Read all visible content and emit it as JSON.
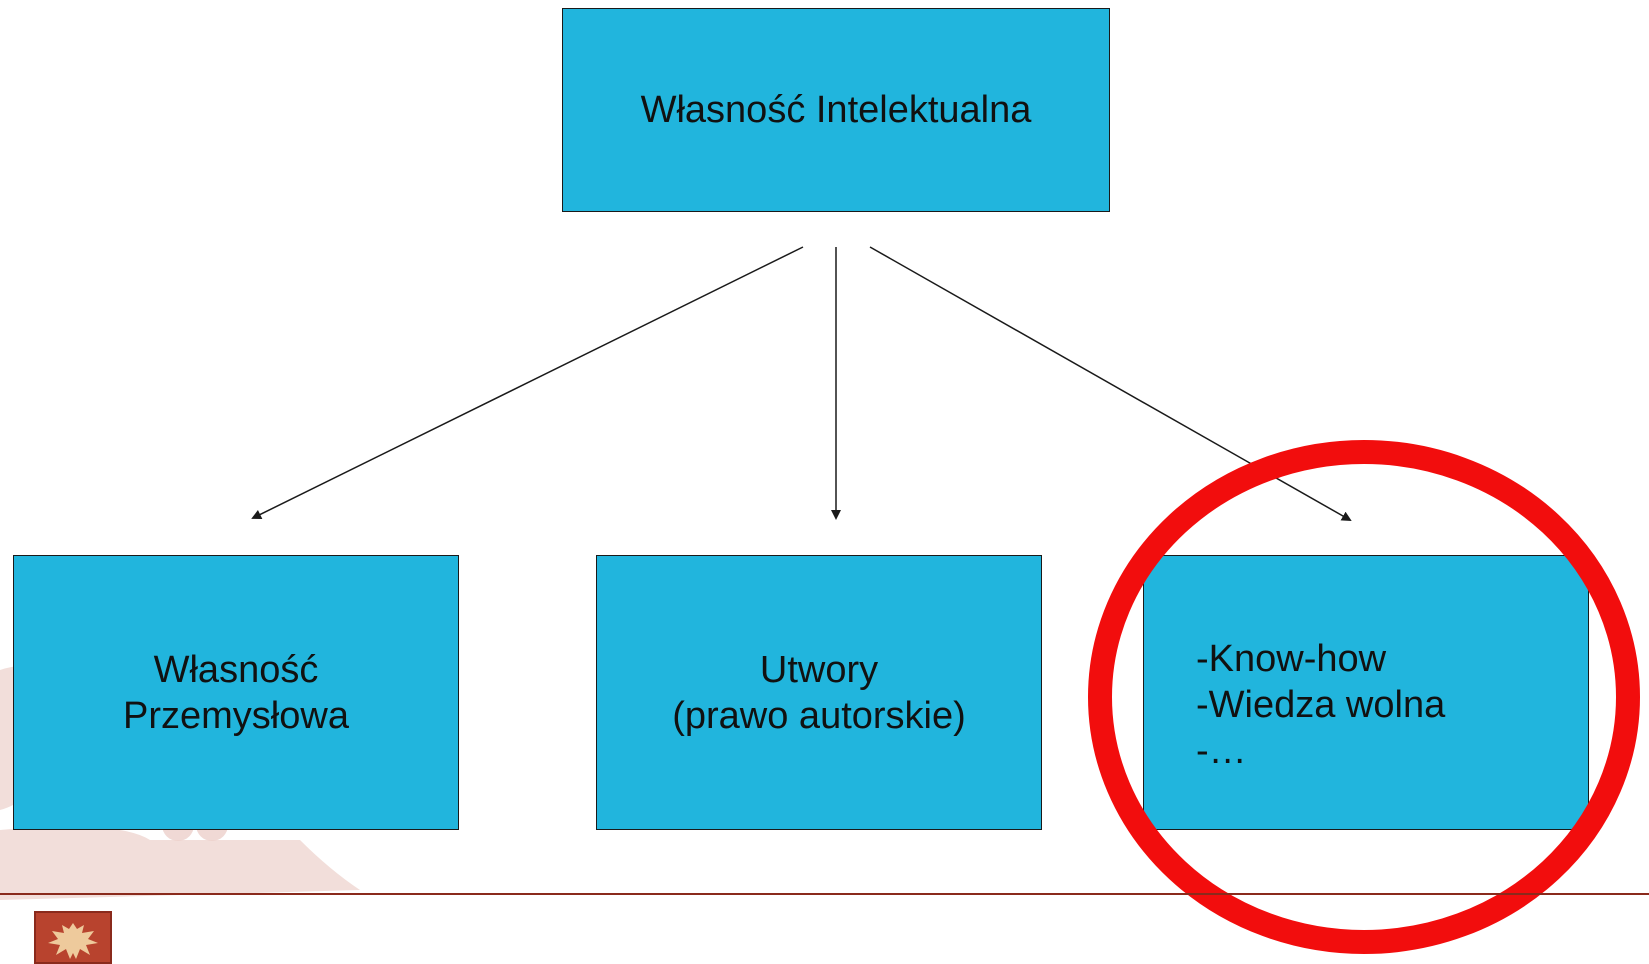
{
  "colors": {
    "box_fill": "#21b5dd",
    "box_border": "#1a1a1a",
    "arrow": "#1a1a1a",
    "highlight_circle": "#f20d0d",
    "footer_rule": "#8a2a1c",
    "logo_red": "#b8432e",
    "decoration": "#e2b9b2"
  },
  "diagram": {
    "root": {
      "label": "Własność Intelektualna"
    },
    "children": [
      {
        "label": "Własność\nPrzemysłowa"
      },
      {
        "label": "Utwory\n(prawo autorskie)"
      },
      {
        "label": "-Know-how\n-Wiedza wolna\n-…"
      }
    ]
  },
  "highlight": {
    "target": "children.2",
    "shape": "circle"
  },
  "footer": {
    "logo": "eagle-crest-icon"
  }
}
